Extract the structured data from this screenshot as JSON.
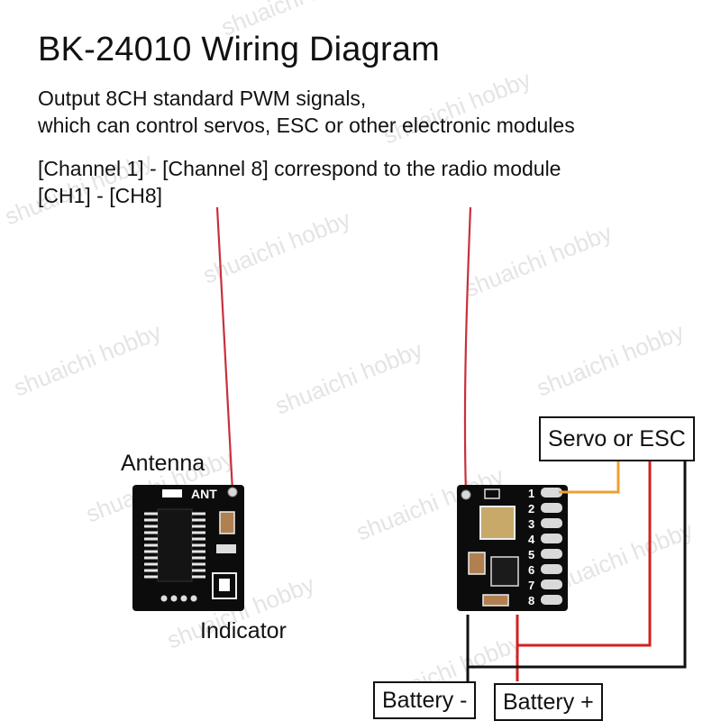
{
  "title": "BK-24010 Wiring Diagram",
  "description": {
    "line1": "Output 8CH standard PWM signals,",
    "line2": "which can control servos, ESC or other electronic modules",
    "line3": "[Channel 1] - [Channel 8] correspond to the radio module",
    "line4": "[CH1] - [CH8]"
  },
  "labels": {
    "antenna": "Antenna",
    "indicator": "Indicator",
    "servo_or_esc": "Servo or ESC",
    "battery_negative": "Battery -",
    "battery_positive": "Battery +"
  },
  "board": {
    "antenna_marking": "ANT",
    "channel_pins": [
      "1",
      "2",
      "3",
      "4",
      "5",
      "6",
      "7",
      "8"
    ]
  },
  "watermark": "shuaichi hobby",
  "colors": {
    "signal_wire": "#f0a030",
    "power_wire": "#d42020",
    "ground_wire": "#111111",
    "antenna_wire": "#c8303a",
    "board": "#0c0c0c"
  }
}
